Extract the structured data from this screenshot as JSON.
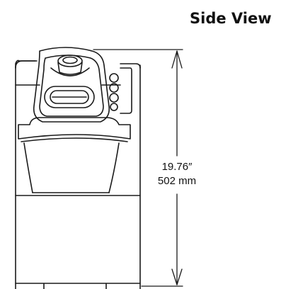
{
  "title": "Side View",
  "dimension": {
    "imperial": "19.76″",
    "metric": "502 mm"
  },
  "colors": {
    "line": "#1a1a1a",
    "background": "#ffffff"
  }
}
